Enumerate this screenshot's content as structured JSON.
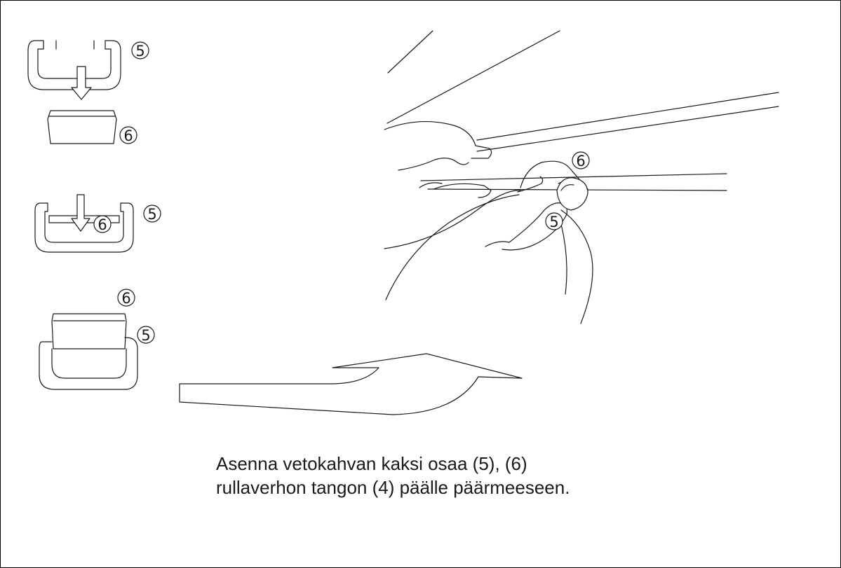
{
  "labels": {
    "part5": "5",
    "part6": "6"
  },
  "caption": {
    "line1": "Asenna vetokahvan kaksi osaa (5), (6)",
    "line2": "rullaverhon tangon (4) päälle päärmeeseen."
  }
}
